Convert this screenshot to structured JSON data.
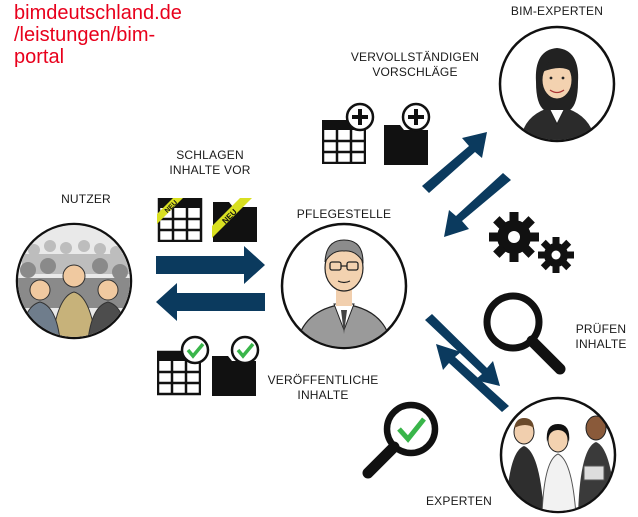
{
  "url": {
    "line1": "bimdeutschland.de",
    "line2": "/leistungen/bim-",
    "line3": "portal"
  },
  "labels": {
    "nutzer": "NUTZER",
    "schlagen_line1": "SCHLAGEN",
    "schlagen_line2": "INHALTE VOR",
    "pflegestelle": "PFLEGESTELLE",
    "vervoll_line1": "VERVOLLSTÄNDIGEN",
    "vervoll_line2": "VORSCHLÄGE",
    "bim_experten": "BIM-EXPERTEN",
    "pruefen_line1": "PRÜFEN",
    "pruefen_line2": "INHALTE",
    "veroeff_line1": "VERÖFFENTLICHE",
    "veroeff_line2": "INHALTE",
    "experten": "EXPERTEN"
  },
  "badges": {
    "new": "NEU"
  },
  "colors": {
    "arrow": "#0b3a5e",
    "accent_red": "#e8001c",
    "badge_yellow": "#d9e021",
    "check_green": "#39b54a",
    "icon_dark": "#1a1a1a"
  },
  "icons": [
    "table-icon",
    "folder-icon",
    "plus-badge-icon",
    "new-ribbon",
    "check-badge-icon",
    "gears-icon",
    "magnifier-icon",
    "magnifier-check-icon"
  ]
}
